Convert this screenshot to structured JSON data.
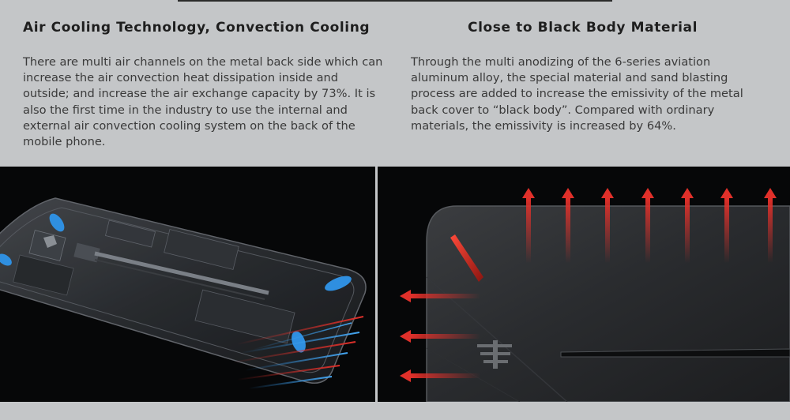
{
  "sections": [
    {
      "heading": "Air Cooling Technology, Convection Cooling",
      "body": "There are multi air channels on the metal back side which can increase the air convection heat dissipation inside and outside; and increase the air exchange capacity by 73%. It is also the first time in the industry to use the internal and external air convection cooling system on the back of the mobile phone."
    },
    {
      "heading": "Close to Black Body Material",
      "body": "Through the multi anodizing of the 6-series aviation aluminum alloy, the special material and sand blasting process are added to increase the emissivity of the metal back cover to “black body”. Compared with ordinary materials, the emissivity is increased by 64%."
    }
  ],
  "colors": {
    "background": "#c4c6c8",
    "heading": "#1e1e1e",
    "body_text": "#3a3a3a",
    "panel": "#060708",
    "heat_arrow": "#e0302a",
    "cool_blue": "#2f8fe0"
  }
}
